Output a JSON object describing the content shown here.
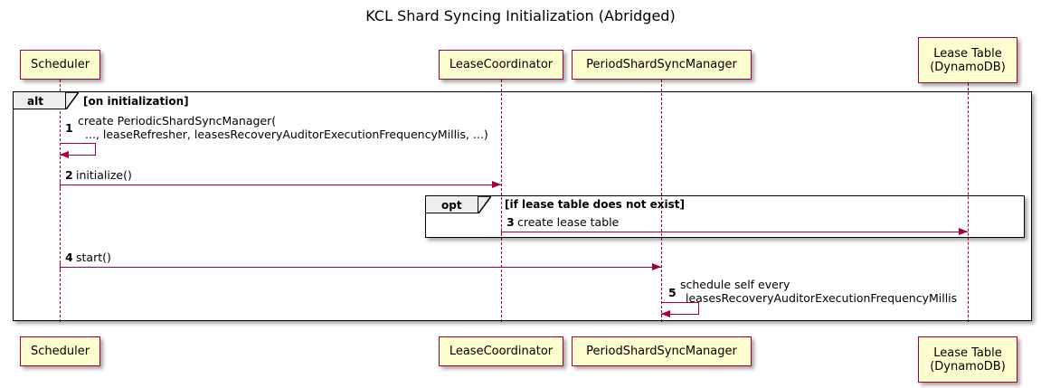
{
  "diagram": {
    "type": "sequence-diagram",
    "title": "KCL Shard Syncing Initialization (Abridged)",
    "colors": {
      "participant_fill": "#FEFECE",
      "participant_border": "#A80036",
      "arrow": "#A80036",
      "frame_border": "#000000",
      "frame_tab_fill": "#EEEEEE",
      "background": "#FFFFFF",
      "text": "#000000"
    }
  },
  "participants": [
    {
      "id": "scheduler",
      "label": "Scheduler"
    },
    {
      "id": "lease_coordinator",
      "label": "LeaseCoordinator"
    },
    {
      "id": "period_shard_sync_manager",
      "label": "PeriodShardSyncManager"
    },
    {
      "id": "lease_table",
      "label": "Lease Table\n(DynamoDB)"
    }
  ],
  "frames": [
    {
      "id": "alt-frame",
      "kind": "alt",
      "condition": "[on initialization]"
    },
    {
      "id": "opt-frame",
      "kind": "opt",
      "condition": "[if lease table does not exist]"
    }
  ],
  "messages": [
    {
      "number": "1",
      "from": "scheduler",
      "to": "scheduler",
      "self": true,
      "line1": "create PeriodicShardSyncManager(",
      "line2": "..., leaseRefresher, leasesRecoveryAuditorExecutionFrequencyMillis, ...)"
    },
    {
      "number": "2",
      "from": "scheduler",
      "to": "lease_coordinator",
      "self": false,
      "line1": "initialize()",
      "line2": ""
    },
    {
      "number": "3",
      "from": "lease_coordinator",
      "to": "lease_table",
      "self": false,
      "line1": "create lease table",
      "line2": ""
    },
    {
      "number": "4",
      "from": "scheduler",
      "to": "period_shard_sync_manager",
      "self": false,
      "line1": "start()",
      "line2": ""
    },
    {
      "number": "5",
      "from": "period_shard_sync_manager",
      "to": "period_shard_sync_manager",
      "self": true,
      "line1": "schedule self every",
      "line2": "leasesRecoveryAuditorExecutionFrequencyMillis"
    }
  ]
}
